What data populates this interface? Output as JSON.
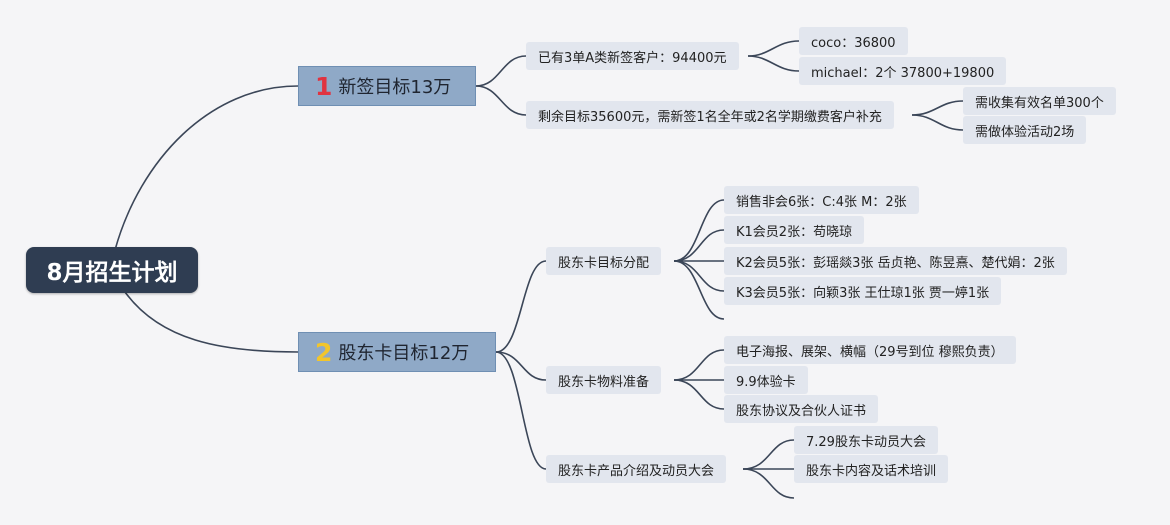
{
  "root": {
    "title": "8月招生计划"
  },
  "branch1": {
    "number": "1",
    "label": "新签目标13万",
    "items": [
      {
        "label": "已有3单A类新签客户：94400元",
        "children": [
          "coco：36800",
          "michael：2个 37800+19800"
        ]
      },
      {
        "label": "剩余目标35600元，需新签1名全年或2名学期缴费客户补充",
        "children": [
          "需收集有效名单300个",
          "需做体验活动2场"
        ]
      }
    ]
  },
  "branch2": {
    "number": "2",
    "label": "股东卡目标12万",
    "items": [
      {
        "label": "股东卡目标分配",
        "children": [
          "销售非会6张：C:4张 M：2张",
          "K1会员2张：苟晓琼",
          "K2会员5张：彭瑶燚3张 岳贞艳、陈昱熹、楚代娟：2张",
          "K3会员5张：向颖3张 王仕琼1张 贾一婷1张"
        ]
      },
      {
        "label": "股东卡物料准备",
        "children": [
          "电子海报、展架、横幅（29号到位 穆熙负责）",
          "9.9体验卡",
          "股东协议及合伙人证书"
        ]
      },
      {
        "label": "股东卡产品介绍及动员大会",
        "children": [
          "7.29股东卡动员大会",
          "股东卡内容及话术培训"
        ]
      }
    ]
  },
  "colors": {
    "root": "#2f3d52",
    "main": "#8fa9c7",
    "leaf": "#e2e6ee",
    "line": "#3b4658",
    "red": "#e03340",
    "yellow": "#f2c52c"
  }
}
